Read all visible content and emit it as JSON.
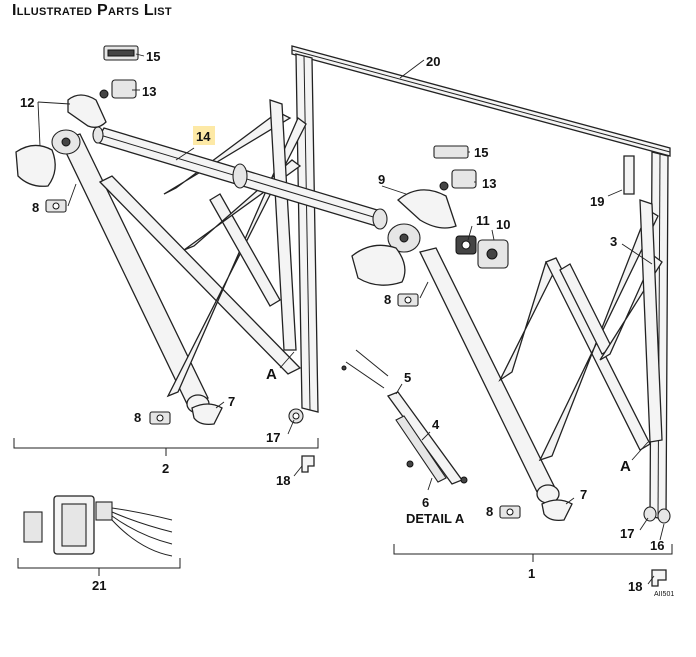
{
  "title": "Illustrated Parts List",
  "figure_code": "AII501",
  "callouts": {
    "p1": "1",
    "p2": "2",
    "p3": "3",
    "p4": "4",
    "p5": "5",
    "p6": "6",
    "p7a": "7",
    "p7b": "7",
    "p8a": "8",
    "p8b": "8",
    "p8c": "8",
    "p8d": "8",
    "p9": "9",
    "p10": "10",
    "p11": "11",
    "p12": "12",
    "p13a": "13",
    "p13b": "13",
    "p14": "14",
    "p15a": "15",
    "p15b": "15",
    "p16": "16",
    "p17a": "17",
    "p17b": "17",
    "p18a": "18",
    "p18b": "18",
    "p19": "19",
    "p20": "20",
    "p21": "21"
  },
  "labels": {
    "a_left": "A",
    "a_right": "A",
    "detail_a": "DETAIL A"
  },
  "highlight": {
    "item": "14",
    "color": "#fde9a6"
  }
}
